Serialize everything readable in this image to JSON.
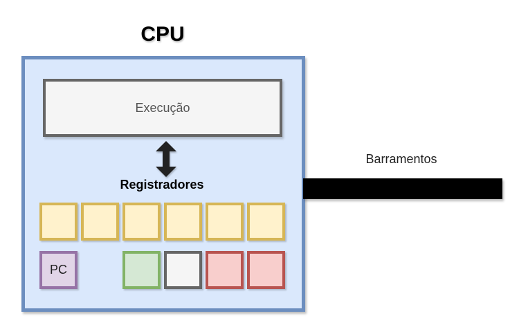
{
  "cpu": {
    "title": "CPU",
    "execution_label": "Execução",
    "registers_label": "Registradores",
    "register_rows": [
      {
        "registers": [
          {
            "label": "",
            "color": "yellow"
          },
          {
            "label": "",
            "color": "yellow"
          },
          {
            "label": "",
            "color": "yellow"
          },
          {
            "label": "",
            "color": "yellow"
          },
          {
            "label": "",
            "color": "yellow"
          },
          {
            "label": "",
            "color": "yellow"
          }
        ]
      },
      {
        "registers": [
          {
            "label": "PC",
            "color": "purple"
          },
          {
            "label": "",
            "color": "green"
          },
          {
            "label": "",
            "color": "gray"
          },
          {
            "label": "",
            "color": "red"
          },
          {
            "label": "",
            "color": "red"
          }
        ]
      }
    ]
  },
  "bus": {
    "label": "Barramentos"
  },
  "colors": {
    "cpu_fill": "#dae8fc",
    "cpu_stroke": "#6c8ebf",
    "yellow_fill": "#fff2cc",
    "yellow_stroke": "#d6b656",
    "purple_fill": "#e1d5e7",
    "purple_stroke": "#9673a6",
    "green_fill": "#d5e8d4",
    "green_stroke": "#82b366",
    "gray_fill": "#f5f5f5",
    "gray_stroke": "#666666",
    "red_fill": "#f8cecc",
    "red_stroke": "#b85450",
    "bus": "#000000"
  },
  "icons": {
    "connector": "double-headed-vertical-arrow"
  }
}
